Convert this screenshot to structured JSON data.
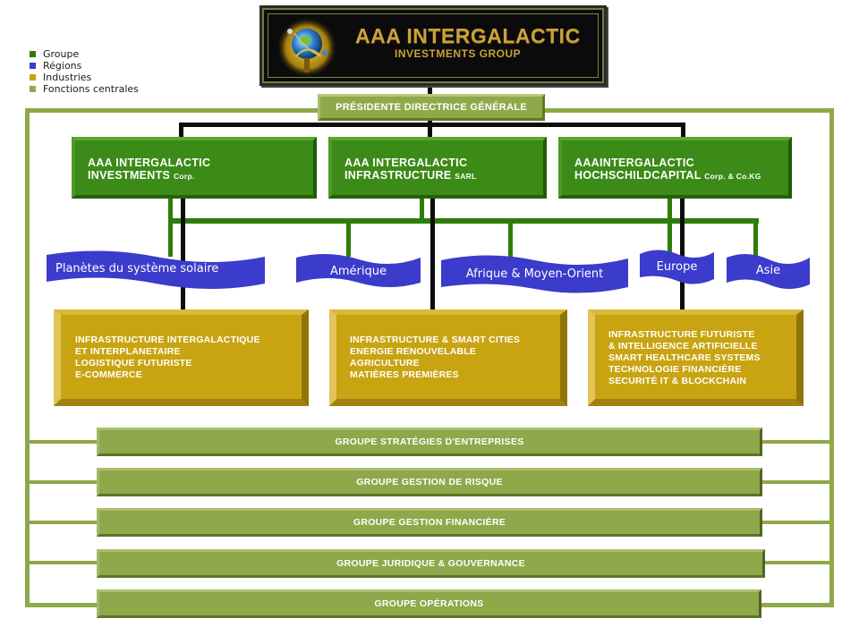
{
  "legend": [
    {
      "label": "Groupe",
      "color": "#2e7d0a"
    },
    {
      "label": "Régions",
      "color": "#3b3bcc"
    },
    {
      "label": "Industries",
      "color": "#c9a412"
    },
    {
      "label": "Fonctions centrales",
      "color": "#8fa84a"
    }
  ],
  "logo": {
    "title": "AAA INTERGALACTIC",
    "subtitle": "INVESTMENTS GROUP",
    "icon": "globe-tree-icon"
  },
  "ceo": {
    "label": "PRÉSIDENTE DIRECTRICE GÉNÉRALE"
  },
  "companies": [
    {
      "line1": "AAA INTERGALACTIC",
      "line2": "INVESTMENTS",
      "suffix": "Corp."
    },
    {
      "line1": "AAA INTERGALACTIC",
      "line2": "INFRASTRUCTURE",
      "suffix": "SARL"
    },
    {
      "line1": "AAAINTERGALACTIC",
      "line2": "HOCHSCHILDCAPITAL",
      "suffix": "Corp. & Co.KG"
    }
  ],
  "regions": [
    {
      "label": "Planètes du système solaire"
    },
    {
      "label": "Amérique"
    },
    {
      "label": "Afrique & Moyen-Orient"
    },
    {
      "label": "Europe"
    },
    {
      "label": "Asie"
    }
  ],
  "industries": [
    {
      "lines": [
        "INFRASTRUCTURE INTERGALACTIQUE",
        "ET INTERPLANETAIRE",
        "LOGISTIQUE FUTURISTE",
        "E-COMMERCE"
      ]
    },
    {
      "lines": [
        "INFRASTRUCTURE & SMART CITIES",
        "ENERGIE RENOUVELABLE",
        "AGRICULTURE",
        "MATIÈRES PREMIÈRES"
      ]
    },
    {
      "lines": [
        "INFRASTRUCTURE FUTURISTE",
        "& INTELLIGENCE ARTIFICIELLE",
        "SMART HEALTHCARE SYSTEMS",
        "TECHNOLOGIE FINANCIÈRE",
        "SECURITÉ IT & BLOCKCHAIN"
      ]
    }
  ],
  "functions": [
    {
      "label": "GROUPE STRATÉGIES D'ENTREPRISES"
    },
    {
      "label": "GROUPE GESTION DE RISQUE"
    },
    {
      "label": "GROUPE GESTION FINANCIÈRE"
    },
    {
      "label": "GROUPE JURIDIQUE & GOUVERNANCE"
    },
    {
      "label": "GROUPE OPÉRATIONS"
    }
  ]
}
